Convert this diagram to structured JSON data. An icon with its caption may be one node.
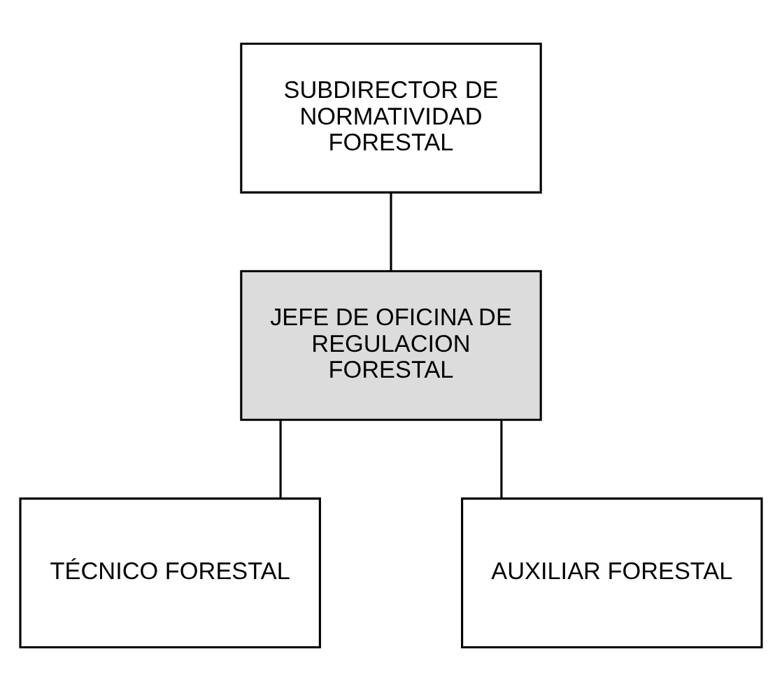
{
  "diagram": {
    "nodes": [
      {
        "text": [
          "SUBDIRECTOR DE NORMATIVIDAD FORESTAL"
        ]
      },
      {
        "text": [
          "JEFE DE OFICINA DE REGULACION FORESTAL"
        ]
      },
      {
        "text": [
          "TÉCNICO FORESTAL"
        ]
      },
      {
        "text": [
          "AUXILIAR FORESTAL"
        ]
      }
    ],
    "edges": [
      {
        "from": 0,
        "to": 1,
        "arrow": "none"
      },
      {
        "from": 1,
        "to": 2,
        "arrow": "none"
      },
      {
        "from": 1,
        "to": 3,
        "arrow": "none"
      }
    ]
  }
}
